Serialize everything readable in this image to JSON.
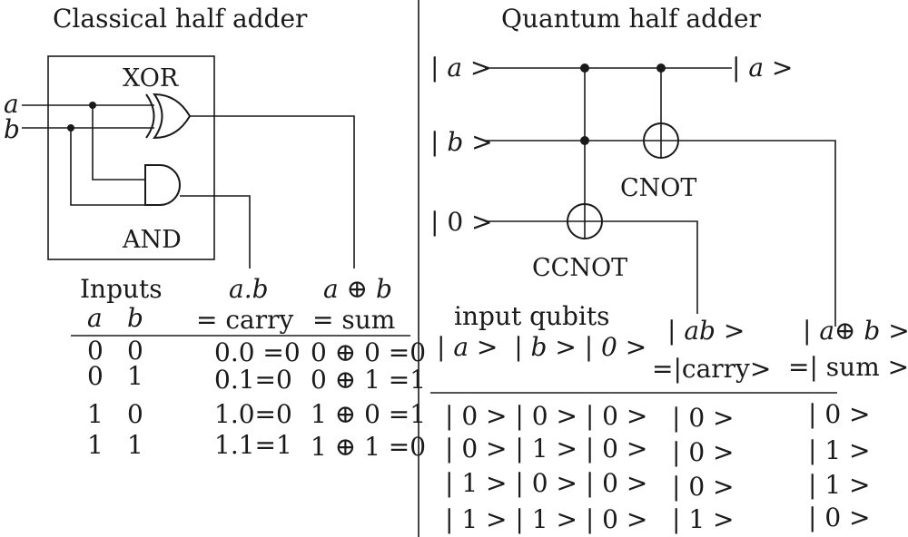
{
  "classical": {
    "title": "Classical half adder",
    "inputs": {
      "a": "a",
      "b": "b"
    },
    "gates": {
      "xor": "XOR",
      "and": "AND"
    },
    "table": {
      "group_header": "Inputs",
      "col_a": "a",
      "col_b": "b",
      "carry_expr": "a.b",
      "carry_label": "= carry",
      "sum_expr": "a ⊕ b",
      "sum_label": "= sum",
      "rows": [
        {
          "a": "0",
          "b": "0",
          "carry": "0.0 =0",
          "sum": "0 ⊕ 0 =0"
        },
        {
          "a": "0",
          "b": "1",
          "carry": "0.1=0",
          "sum": "0 ⊕ 1 =1"
        },
        {
          "a": "1",
          "b": "0",
          "carry": "1.0=0",
          "sum": "1 ⊕ 0 =1"
        },
        {
          "a": "1",
          "b": "1",
          "carry": "1.1=1",
          "sum": "1 ⊕ 1 =0"
        }
      ]
    }
  },
  "quantum": {
    "title": "Quantum half adder",
    "inputs": {
      "a": "| a >",
      "b": "| b >",
      "zero": "| 0 >"
    },
    "output_a": "| a >",
    "gates": {
      "cnot": "CNOT",
      "ccnot": "CCNOT"
    },
    "table": {
      "header_input": "input qubits",
      "header_states": "| a >  | b > | 0 >",
      "header_ab": "| ab >",
      "header_carry": "=|carry>",
      "header_sum_expr": "| a⊕ b >",
      "header_sum": "=| sum >",
      "rows": [
        {
          "in": "| 0 > | 0 > | 0 >",
          "carry": "| 0 >",
          "sum": "| 0 >"
        },
        {
          "in": "| 0 > | 1 > | 0 >",
          "carry": "| 0 >",
          "sum": "| 1 >"
        },
        {
          "in": "| 1 > | 0 > | 0 >",
          "carry": "| 0 >",
          "sum": "| 1 >"
        },
        {
          "in": "| 1 > | 1 > | 0 >",
          "carry": "| 1 >",
          "sum": "| 0 >"
        }
      ]
    }
  }
}
